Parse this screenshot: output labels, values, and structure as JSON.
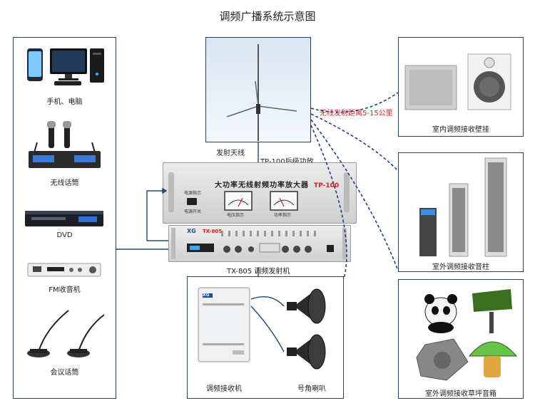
{
  "title": "调频广播系统示意图",
  "left_devices": [
    {
      "label": "手机、电脑"
    },
    {
      "label": "无线话筒"
    },
    {
      "label": "DVD"
    },
    {
      "label": "FM收音机"
    },
    {
      "label": "会议话筒"
    }
  ],
  "antenna": {
    "label": "发射天线"
  },
  "amplifier": {
    "label": "TP-100后级功放",
    "panel_title": "大功率无线射频功率放大器",
    "model": "TP-100",
    "meter_left": "电压指示",
    "meter_right": "功率指示",
    "power_label": "电源指示",
    "switch_label": "电源开关"
  },
  "transmitter": {
    "label": "TX-805 调频发射机",
    "brand": "XG",
    "model": "TX-805"
  },
  "range_label": "无线发射距离5-15公里",
  "right_devices": [
    {
      "label": "室内调频接收壁挂"
    },
    {
      "label": "室外调频接收音柱"
    },
    {
      "label": "室外调频接收草坪音箱"
    }
  ],
  "bottom_devices": {
    "receiver_label": "调频接收机",
    "horn_label": "号角喇叭",
    "receiver_brand": "XG"
  },
  "colors": {
    "border": "#2f3f4f",
    "wire": "#1f4a70",
    "dashed": "#1d3c8a",
    "red": "#e02020",
    "rack": "#d9d9d9"
  }
}
